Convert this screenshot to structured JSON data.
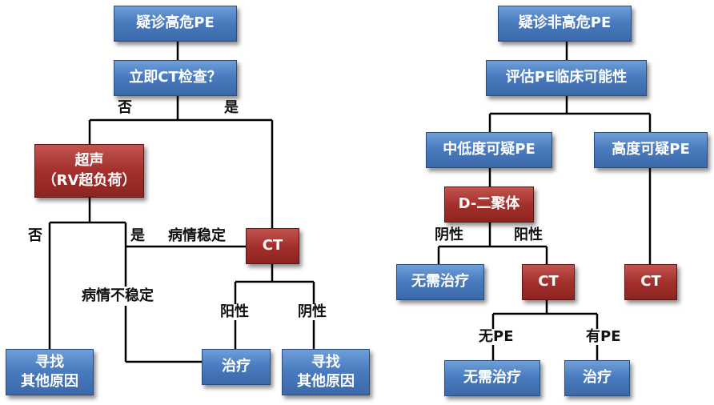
{
  "left": {
    "nodes": {
      "suspect_high": "疑诊高危PE",
      "immediate_ct": "立即CT检查？",
      "ultrasound": "超声\n（RV超负荷）",
      "ct": "CT",
      "find_other_1": "寻找\n其他原因",
      "treat": "治疗",
      "find_other_2": "寻找\n其他原因"
    },
    "labels": {
      "no_top": "否",
      "yes_top": "是",
      "no_us": "否",
      "yes_us": "是",
      "stable": "病情稳定",
      "unstable": "病情不稳定",
      "positive": "阳性",
      "negative": "阴性"
    }
  },
  "right": {
    "nodes": {
      "suspect_nonhigh": "疑诊非高危PE",
      "assess": "评估PE临床可能性",
      "low_mid": "中低度可疑PE",
      "high": "高度可疑PE",
      "ddimer": "D-二聚体",
      "no_treat_1": "无需治疗",
      "ct_mid": "CT",
      "ct_high": "CT",
      "no_treat_2": "无需治疗",
      "treat": "治疗"
    },
    "labels": {
      "negative": "阴性",
      "positive": "阳性",
      "no_pe": "无PE",
      "has_pe": "有PE"
    }
  },
  "colors": {
    "box_blue": "#4a7cc0",
    "box_red": "#a4302c",
    "line": "#000000"
  }
}
